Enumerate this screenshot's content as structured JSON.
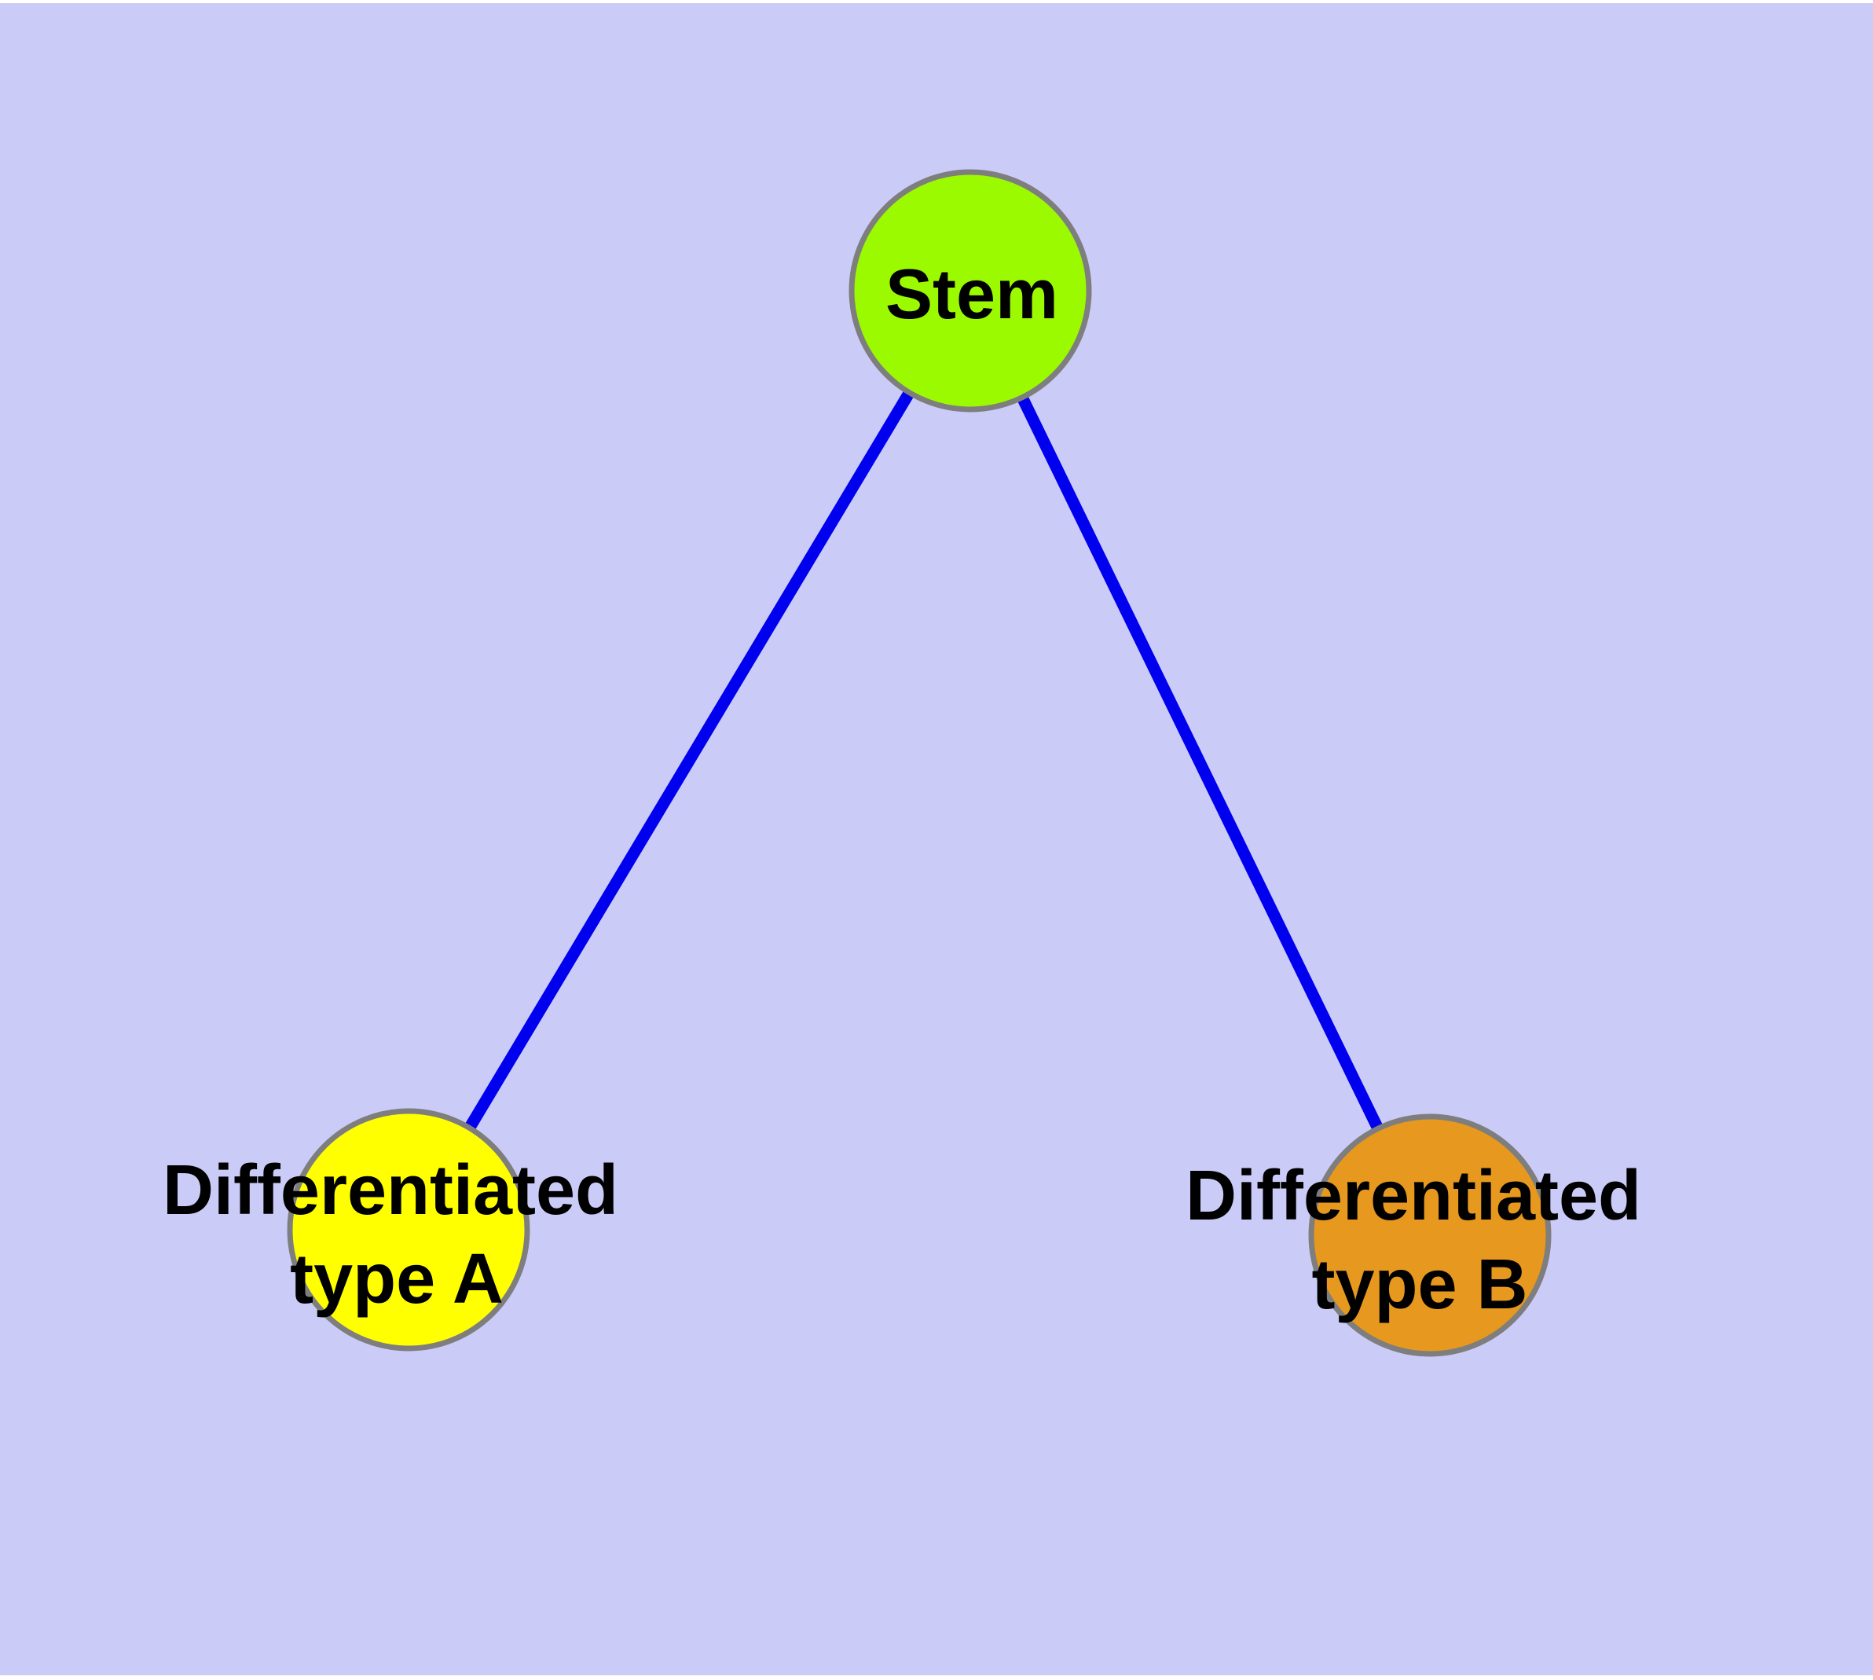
{
  "diagram": {
    "title": "",
    "background_color": "#CBCBF8",
    "page_margin_color": "#FFFFFF",
    "edge_color": "#0000EE",
    "node_border_color": "#7E7E7E",
    "label_color": "#000000",
    "nodes": {
      "stem": {
        "label": "Stem",
        "fill": "#9BFA00"
      },
      "type_a": {
        "label_line1": "Differentiated",
        "label_line2": "type A",
        "fill": "#FFFF00"
      },
      "type_b": {
        "label_line1": "Differentiated",
        "label_line2": "type B",
        "fill": "#E6981F"
      }
    },
    "edges": [
      {
        "from": "Stem",
        "to": "Differentiated type A"
      },
      {
        "from": "Stem",
        "to": "Differentiated type B"
      }
    ]
  }
}
